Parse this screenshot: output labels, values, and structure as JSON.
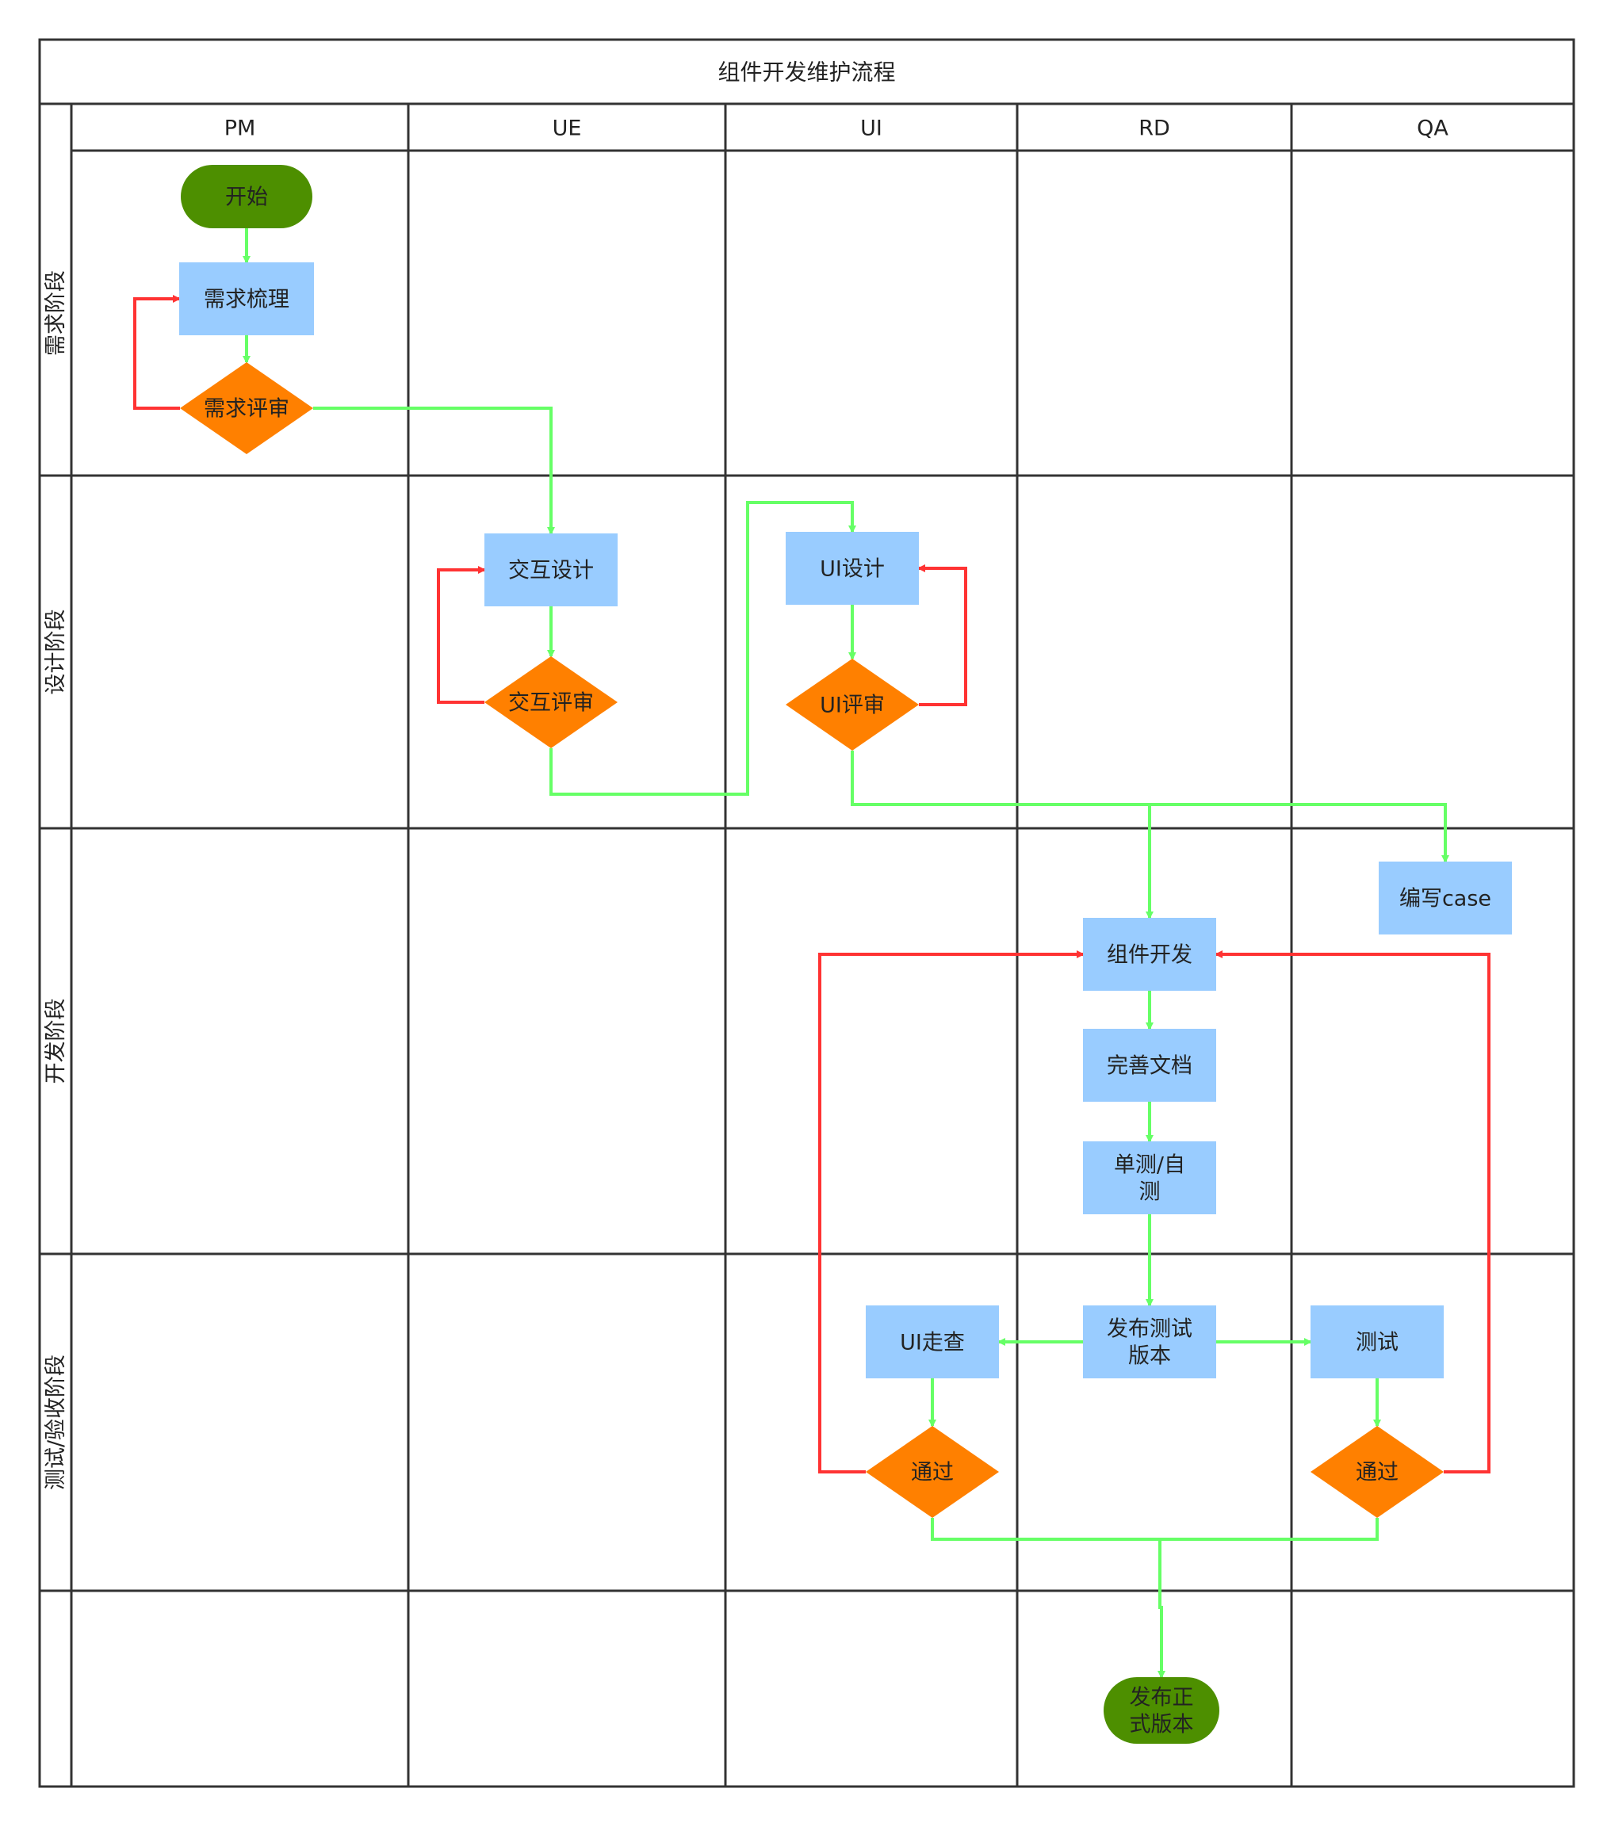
{
  "title": "组件开发维护流程",
  "columns": [
    "PM",
    "UE",
    "UI",
    "RD",
    "QA"
  ],
  "rows": [
    "需求阶段",
    "设计阶段",
    "开发阶段",
    "测试/验收阶段",
    ""
  ],
  "colors": {
    "border": "#333333",
    "terminal": "#4d8f00",
    "process": "#99ccff",
    "decision": "#ff8000",
    "flow_pass": "#66ff66",
    "flow_fail": "#ff3333",
    "text": "#222222"
  },
  "nodes": {
    "start": {
      "label": "开始",
      "type": "terminal"
    },
    "req_sort": {
      "label": "需求梳理",
      "type": "process"
    },
    "req_review": {
      "label": "需求评审",
      "type": "decision"
    },
    "ix_design": {
      "label": "交互设计",
      "type": "process"
    },
    "ix_review": {
      "label": "交互评审",
      "type": "decision"
    },
    "ui_design": {
      "label": "UI设计",
      "type": "process"
    },
    "ui_review": {
      "label": "UI评审",
      "type": "decision"
    },
    "write_case": {
      "label": "编写case",
      "type": "process"
    },
    "comp_dev": {
      "label": "组件开发",
      "type": "process"
    },
    "docs": {
      "label": "完善文档",
      "type": "process"
    },
    "unit_test": {
      "label": [
        "单测/自",
        "测"
      ],
      "type": "process"
    },
    "release_test": {
      "label": [
        "发布测试",
        "版本"
      ],
      "type": "process"
    },
    "ui_check": {
      "label": "UI走查",
      "type": "process"
    },
    "pass_ui": {
      "label": "通过",
      "type": "decision"
    },
    "qa_test": {
      "label": "测试",
      "type": "process"
    },
    "pass_qa": {
      "label": "通过",
      "type": "decision"
    },
    "release_final": {
      "label": [
        "发布正",
        "式版本"
      ],
      "type": "terminal"
    }
  }
}
